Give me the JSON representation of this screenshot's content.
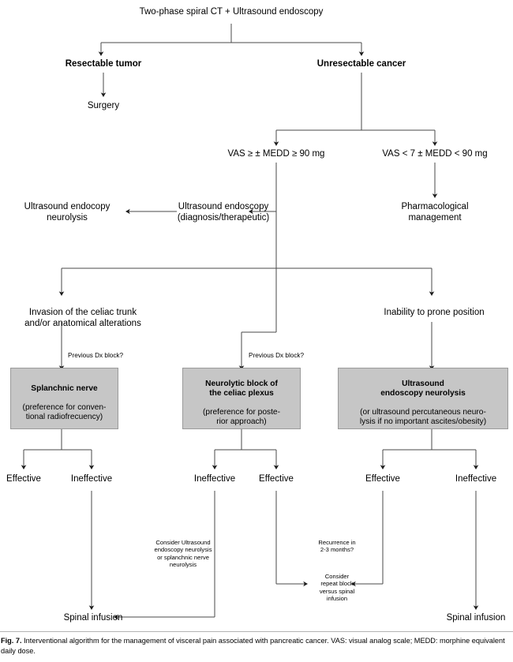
{
  "figure": {
    "label": "Fig. 7.",
    "caption": "Interventional algorithm for the management of visceral pain associated with pancreatic cancer. VAS: visual analog scale; MEDD: morphine equivalent daily dose."
  },
  "nodes": {
    "root": "Two-phase spiral CT + Ultrasound endoscopy",
    "resectable": "Resectable tumor",
    "unresectable": "Unresectable cancer",
    "surgery": "Surgery",
    "vas_high": "VAS ≥ ± MEDD ≥ 90 mg",
    "vas_low": "VAS < 7 ± MEDD < 90 mg",
    "us_endoscopy": "Ultrasound endoscopy\n(diagnosis/therapeutic)",
    "us_neurolysis": "Ultrasound endocopy\nneurolysis",
    "pharmacological": "Pharmacological\nmanagement",
    "invasion": "Invasion of the celiac trunk\nand/or anatomical alterations",
    "inability": "Inability to prone position",
    "prev_dx_left": "Previous Dx block?",
    "prev_dx_mid": "Previous Dx block?",
    "eff_l": "Effective",
    "ineff_l": "Ineffective",
    "ineff_m": "Ineffective",
    "eff_m": "Effective",
    "eff_r": "Effective",
    "ineff_r": "Ineffective",
    "consider_us": "Consider Ultrasound\nendoscopy neurolysis\nor splanchnic nerve\nneurolysis",
    "recurrence": "Recurrence in\n2-3 months?",
    "consider_repeat": "Consider\nrepeat block\nversus spinal\ninfusion",
    "spinal_left": "Spinal infusion",
    "spinal_right": "Spinal infusion"
  },
  "boxes": {
    "splanchnic": {
      "title": "Splanchnic nerve",
      "detail": "(preference for conven-\ntional radiofrecuency)"
    },
    "neurolytic": {
      "title": "Neurolytic block of\nthe celiac plexus",
      "detail": "(preference for poste-\nrior approach)"
    },
    "ultrasound": {
      "title": "Ultrasound\nendoscopy neurolysis",
      "detail": "(or ultrasound percutaneous neuro-\nlysis if no important ascites/obesity)"
    }
  },
  "colors": {
    "box_fill": "#c6c6c6",
    "box_border": "#9a9a9a",
    "line": "#3b3b3b",
    "text": "#000000"
  }
}
